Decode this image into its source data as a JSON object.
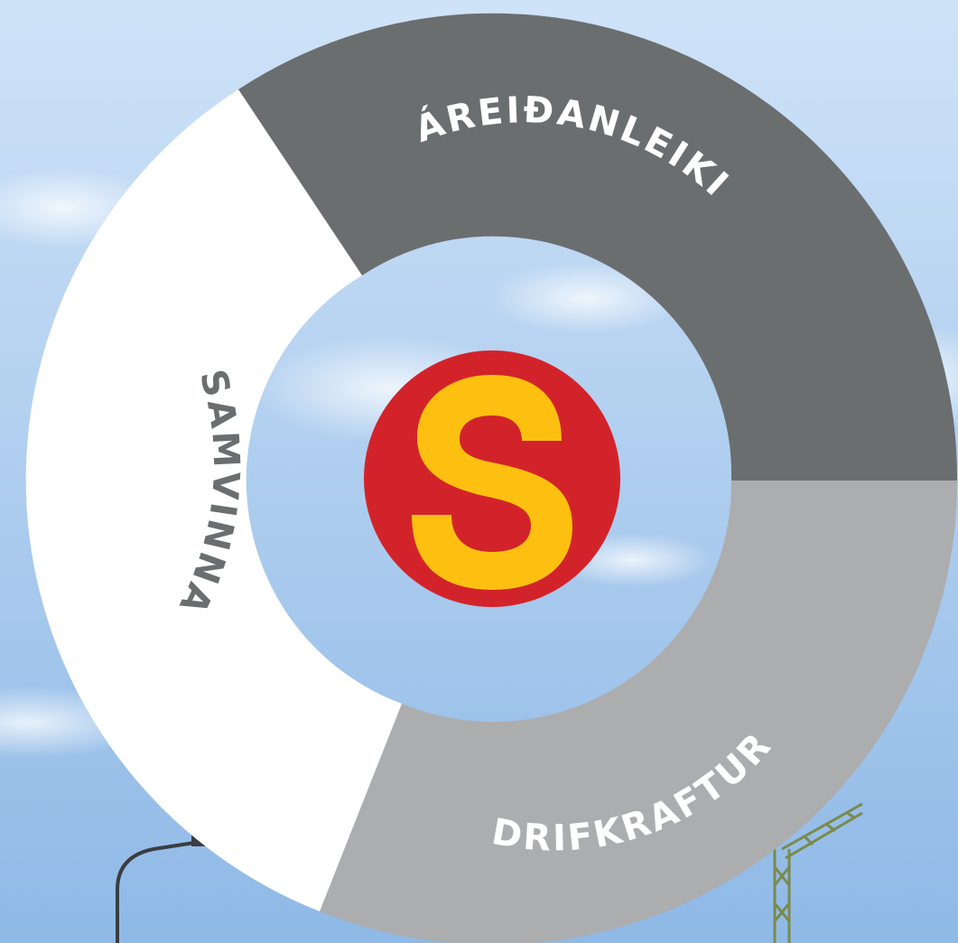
{
  "values": {
    "segments": [
      {
        "id": "areidanleiki",
        "label": "ÁREIÐANLEIKI",
        "color": "#6b6e6f",
        "text_color": "#ffffff"
      },
      {
        "id": "drifkraftur",
        "label": "DRIFKRAFTUR",
        "color": "#acadaf",
        "text_color": "#ffffff"
      },
      {
        "id": "samvinna",
        "label": "SAMVINNA",
        "color": "#ffffff",
        "text_color": "#6b6e6f"
      }
    ]
  },
  "logo": {
    "letter": "S",
    "circle_color": "#d3232a",
    "letter_color": "#fdc010"
  },
  "background": {
    "sky_top": "#cfe3f8",
    "sky_bottom": "#8fb9e6"
  }
}
